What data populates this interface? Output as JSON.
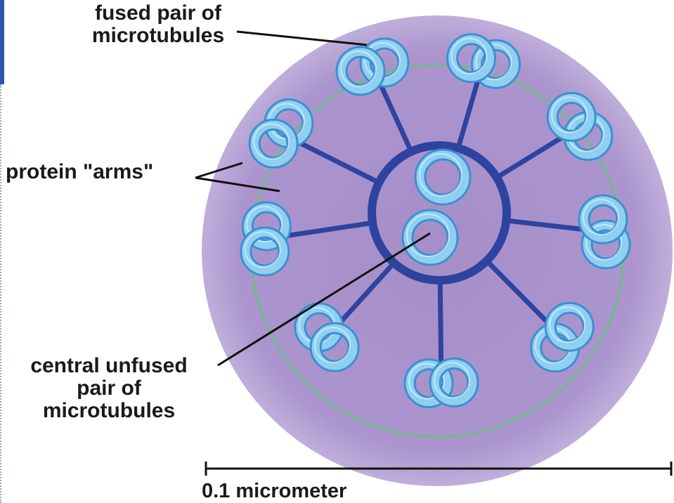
{
  "labels": {
    "fused_pair": [
      "fused pair of",
      "microtubules"
    ],
    "protein_arms": "protein \"arms\"",
    "central_pair": [
      "central unfused",
      "pair of",
      "microtubules"
    ],
    "scale": "0.1 micrometer"
  },
  "colors": {
    "cytoplasm": "#a48bc6",
    "cytoplasm_edge": "#b9a5d6",
    "microtubule_fill": "#8fd0f0",
    "microtubule_edge": "#3d8fd0",
    "spoke": "#2e43a0",
    "arm_ring": "#6dbb8a",
    "leader_line": "#111111"
  }
}
